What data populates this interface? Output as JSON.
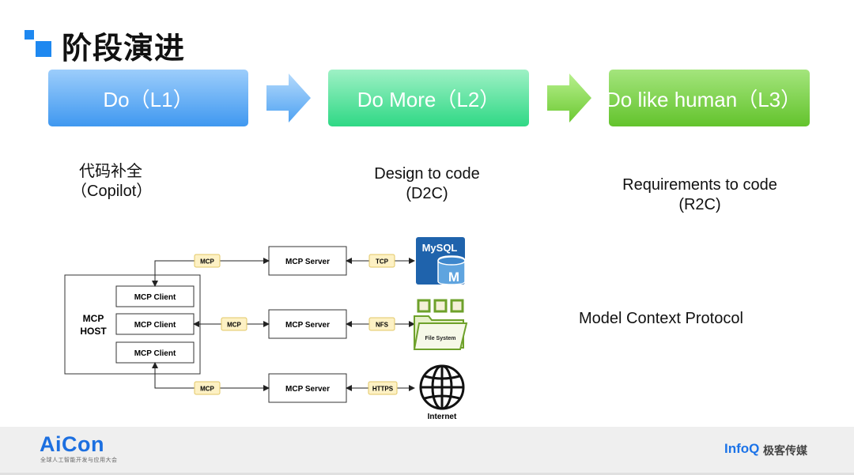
{
  "page": {
    "title": "阶段演进"
  },
  "stages": [
    {
      "label": "Do（L1）",
      "desc_line1": "代码补全",
      "desc_line2": "（Copilot）",
      "color": "#3f98f0"
    },
    {
      "label": "Do More（L2）",
      "desc_line1": "Design to code",
      "desc_line2": "(D2C)",
      "color": "#2fd885"
    },
    {
      "label": "Do like human（L3）",
      "desc_line1": "Requirements to code",
      "desc_line2": "(R2C)",
      "color": "#63c32c"
    }
  ],
  "protocol_label": "Model Context Protocol",
  "diagram": {
    "host_label_line1": "MCP",
    "host_label_line2": "HOST",
    "clients": [
      "MCP Client",
      "MCP Client",
      "MCP Client"
    ],
    "servers": [
      "MCP Server",
      "MCP Server",
      "MCP Server"
    ],
    "mcp_tags": [
      "MCP",
      "MCP",
      "MCP"
    ],
    "transport_tags": [
      "TCP",
      "NFS",
      "HTTPS"
    ],
    "resources": {
      "mysql": "MySQL",
      "mysql_badge": "M",
      "file_system": "File System",
      "internet": "Internet"
    }
  },
  "footer": {
    "brand": "AiCon",
    "brand_sub": "全球人工智能开发与应用大会",
    "sponsor_en": "InfoQ",
    "sponsor_cn": "极客传媒"
  }
}
